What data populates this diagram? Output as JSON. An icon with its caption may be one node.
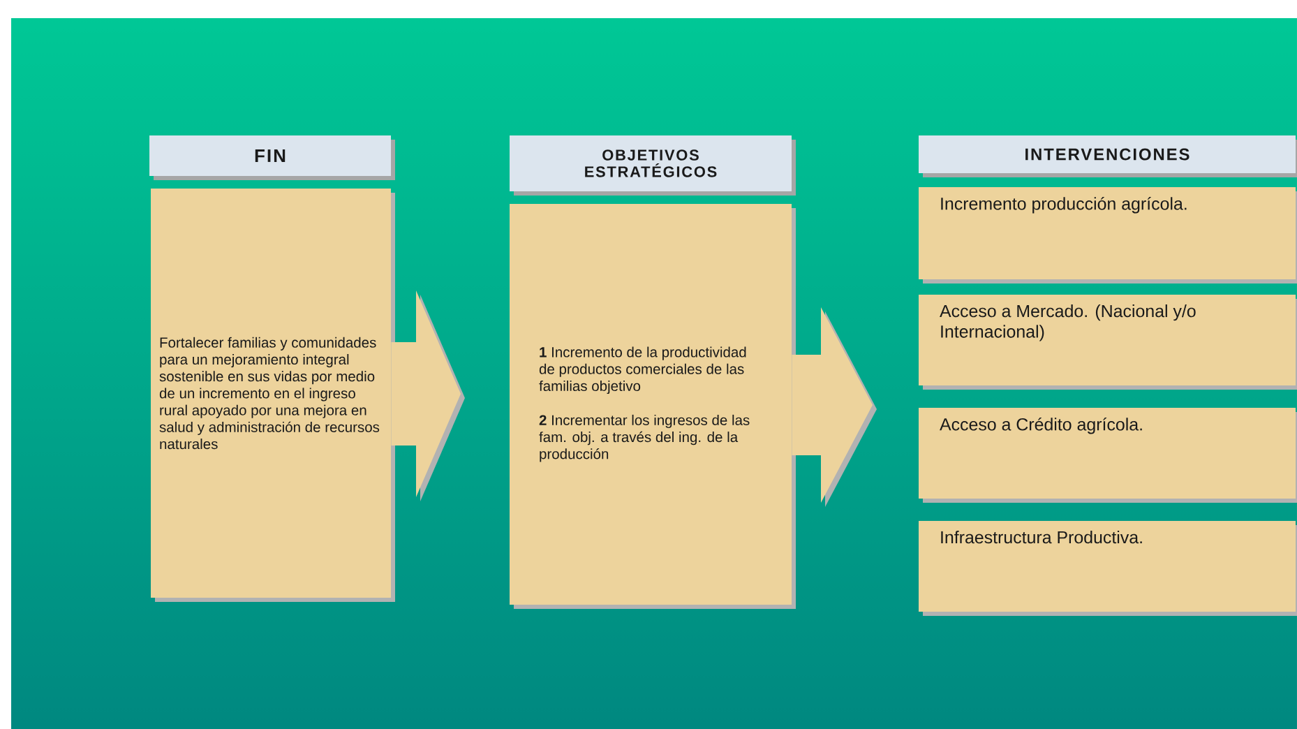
{
  "diagram": {
    "nodes": [
      {
        "text": [
          "FIN"
        ]
      },
      {
        "text": [
          "Fortalecer familias y comunidades para un mejoramiento integral sostenible en sus vidas por medio de un incremento en el ingreso rural apoyado por una mejora en salud y administración de recursos naturales"
        ]
      },
      {
        "text": [
          "OBJETIVOS ESTRATÉGICOS"
        ]
      },
      {
        "text": [
          "**1** Incremento de la productividad de productos comerciales de las familias objetivo",
          "**2** Incrementar los ingresos de las fam. obj. a través del ing. de la producción"
        ]
      },
      {
        "text": [
          "INTERVENCIONES"
        ]
      },
      {
        "text": [
          "Incremento producción agrícola."
        ]
      },
      {
        "text": [
          "Acceso a Mercado. (Nacional y/o Internacional)"
        ]
      },
      {
        "text": [
          "Acceso a Crédito agrícola."
        ]
      },
      {
        "text": [
          "Infraestructura Productiva."
        ]
      }
    ],
    "edges": [
      {
        "from": 1,
        "to": 3,
        "arrow": "to"
      },
      {
        "from": 3,
        "to": 7,
        "arrow": "to"
      }
    ]
  }
}
